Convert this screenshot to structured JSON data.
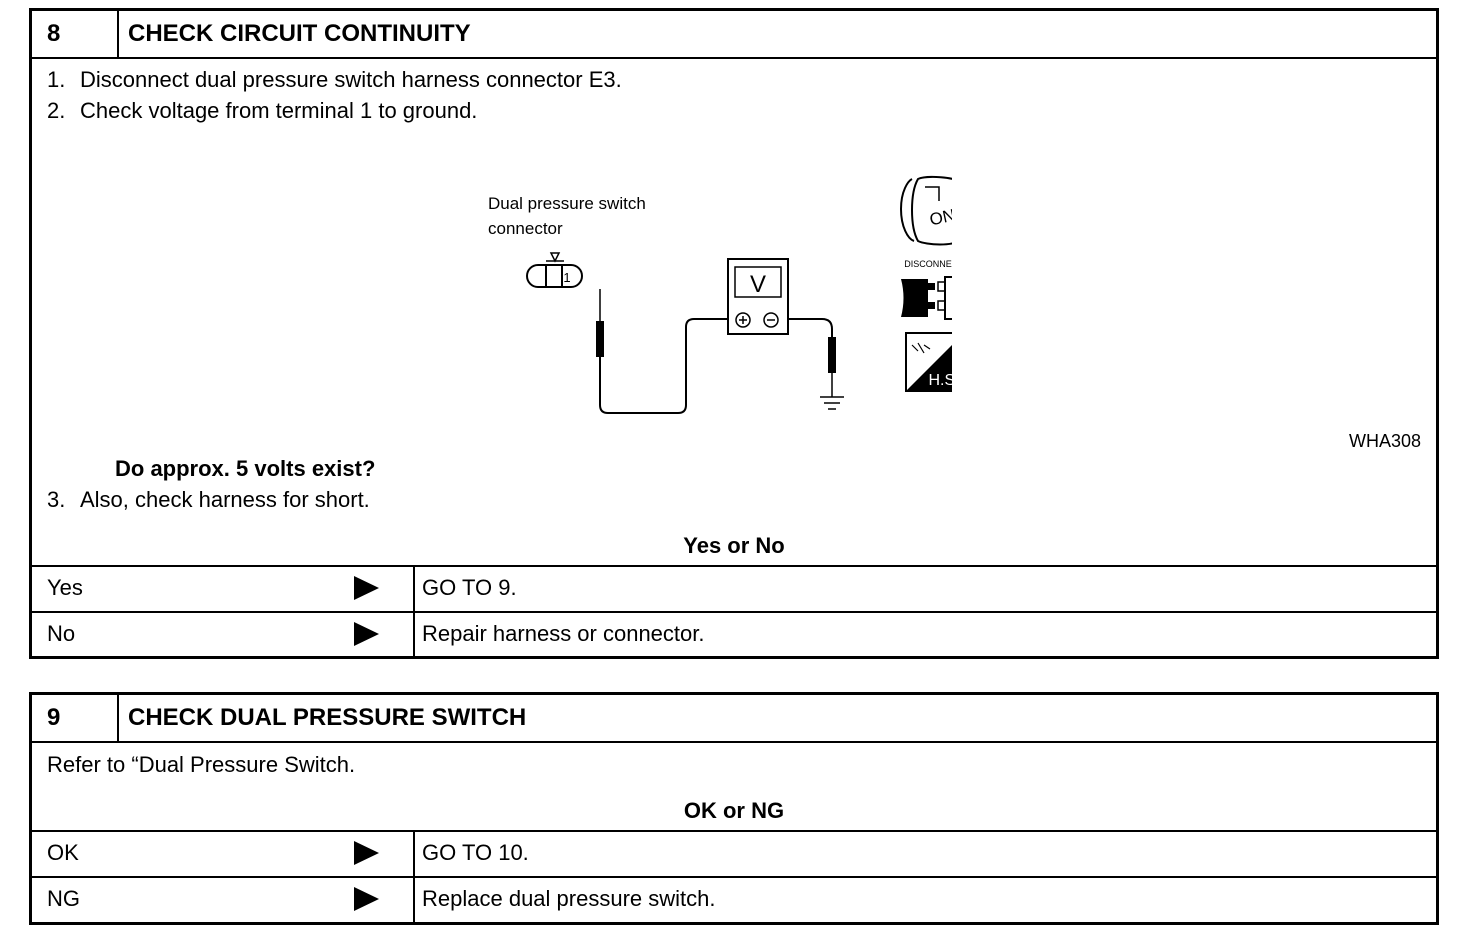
{
  "step8": {
    "number": "8",
    "title": "CHECK CIRCUIT CONTINUITY",
    "instructions": [
      {
        "num": "1.",
        "text": "Disconnect dual pressure switch harness connector E3."
      },
      {
        "num": "2.",
        "text": "Check voltage from terminal 1 to ground."
      }
    ],
    "figure": {
      "label_line1": "Dual pressure switch",
      "label_line2": "connector",
      "terminal": "1",
      "meter_symbol": "V",
      "key_label": "ON",
      "disconnect_label": "DISCONNECT",
      "hs_label": "H.S.",
      "figure_id": "WHA308"
    },
    "question_text": "Do approx. 5 volts exist?",
    "instruction3": {
      "num": "3.",
      "text": "Also, check harness for short."
    },
    "answer_header": "Yes or No",
    "results": [
      {
        "answer": "Yes",
        "action": "GO TO 9."
      },
      {
        "answer": "No",
        "action": "Repair harness or connector."
      }
    ]
  },
  "step9": {
    "number": "9",
    "title": "CHECK DUAL PRESSURE SWITCH",
    "instruction": "Refer to “Dual Pressure Switch.",
    "answer_header": "OK or NG",
    "results": [
      {
        "answer": "OK",
        "action": "GO TO 10."
      },
      {
        "answer": "NG",
        "action": "Replace dual pressure switch."
      }
    ]
  }
}
